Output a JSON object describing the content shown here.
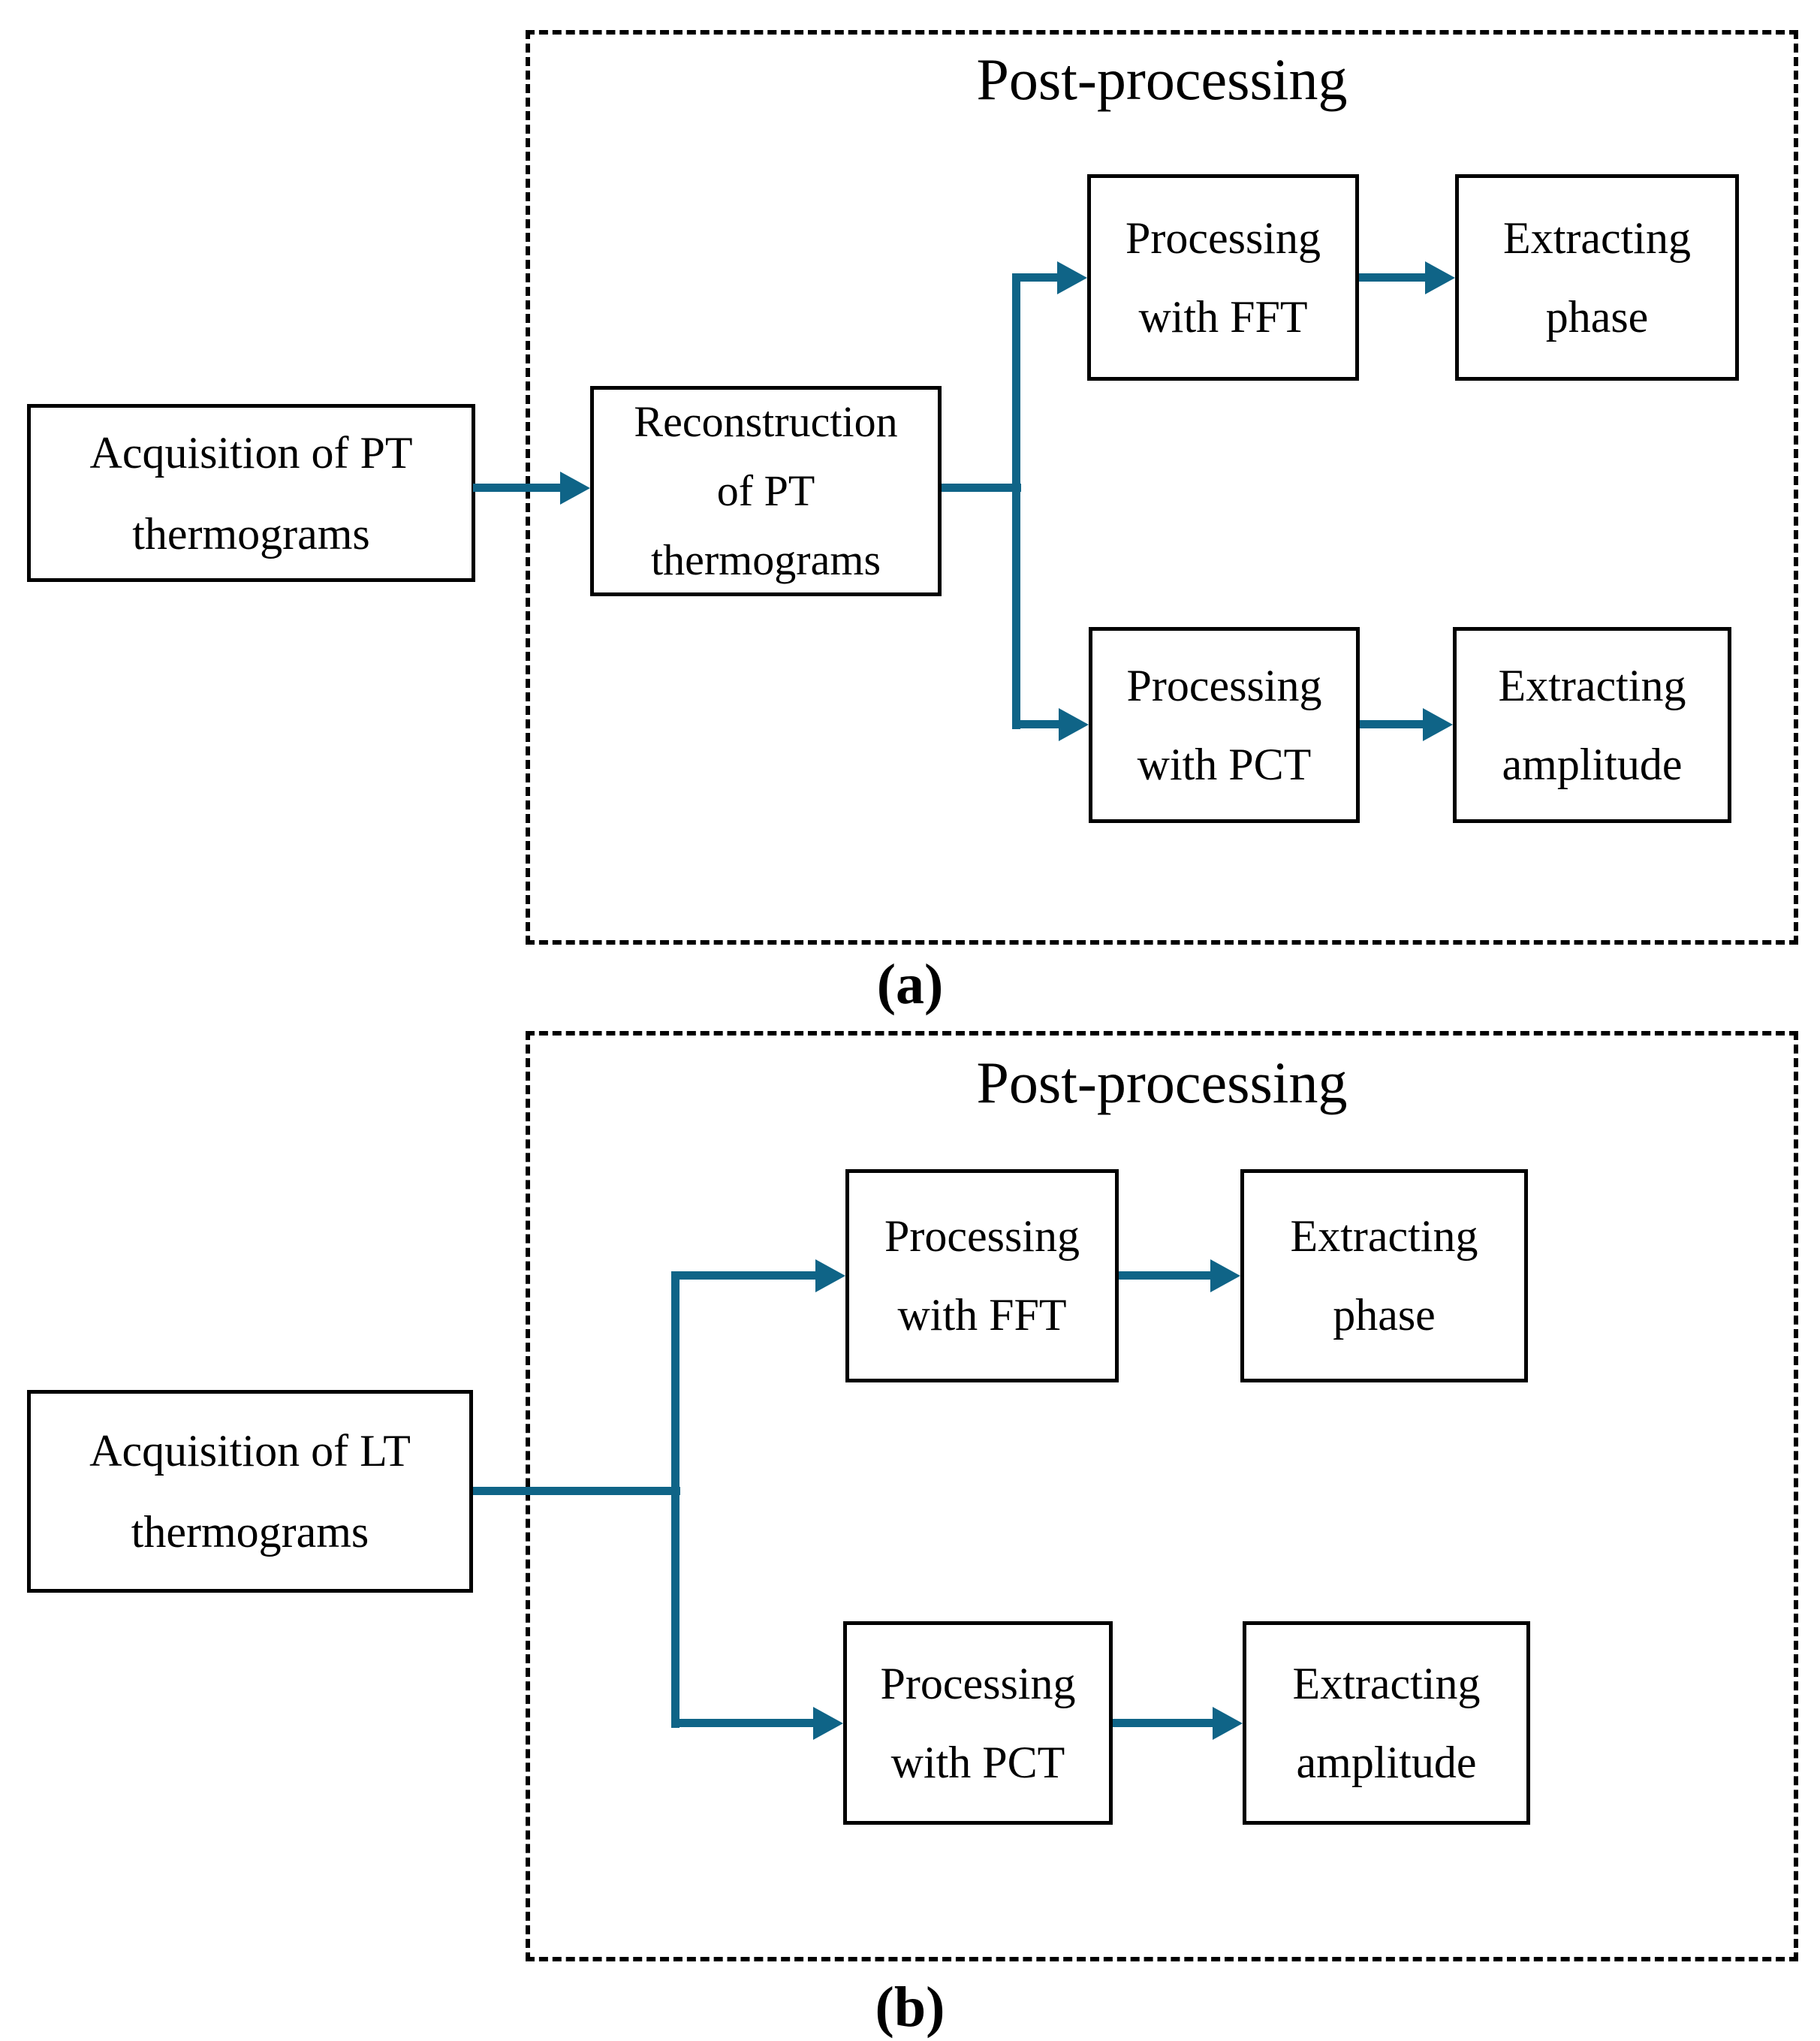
{
  "colors": {
    "connector": "#0f6487",
    "border": "#000000",
    "background": "#ffffff",
    "text": "#000000"
  },
  "section_a": {
    "title": "Post-processing",
    "caption": "(a)",
    "nodes": {
      "acquisition": "Acquisition of PT\nthermograms",
      "reconstruction": "Reconstruction\nof PT\nthermograms",
      "processing_fft": "Processing\nwith FFT",
      "extracting_phase": "Extracting\nphase",
      "processing_pct": "Processing\nwith PCT",
      "extracting_amplitude": "Extracting\namplitude"
    }
  },
  "section_b": {
    "title": "Post-processing",
    "caption": "(b)",
    "nodes": {
      "acquisition": "Acquisition of LT\nthermograms",
      "processing_fft": "Processing\nwith FFT",
      "extracting_phase": "Extracting\nphase",
      "processing_pct": "Processing\nwith PCT",
      "extracting_amplitude": "Extracting\namplitude"
    }
  }
}
